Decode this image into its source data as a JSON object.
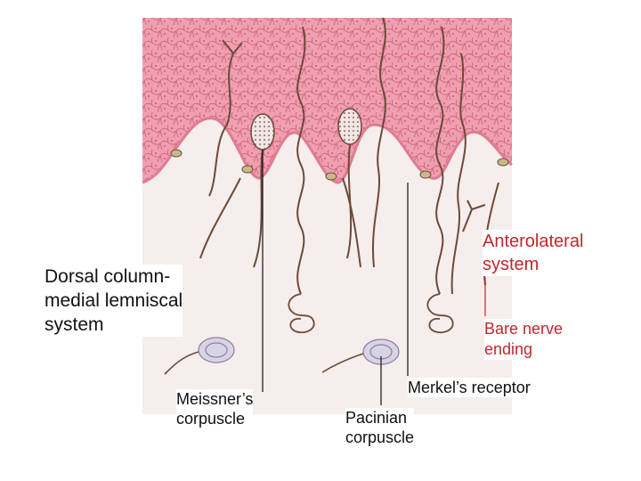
{
  "labels": {
    "dorsal_column": "Dorsal column-\nmedial lemniscal\nsystem",
    "meissner": "Meissner’s\ncorpuscle",
    "pacinian": "Pacinian\ncorpuscle",
    "merkel": "Merkel’s receptor",
    "anterolateral": "Anterolateral\nsystem",
    "bare_nerve": "Bare nerve\nending"
  },
  "colors": {
    "epidermis": "#ef9fb0",
    "epidermis_dark": "#e27a92",
    "cell_line": "#c95872",
    "dermis": "#f6eeec",
    "nerve": "#6a4a3a",
    "accent_red": "#c0272d"
  }
}
